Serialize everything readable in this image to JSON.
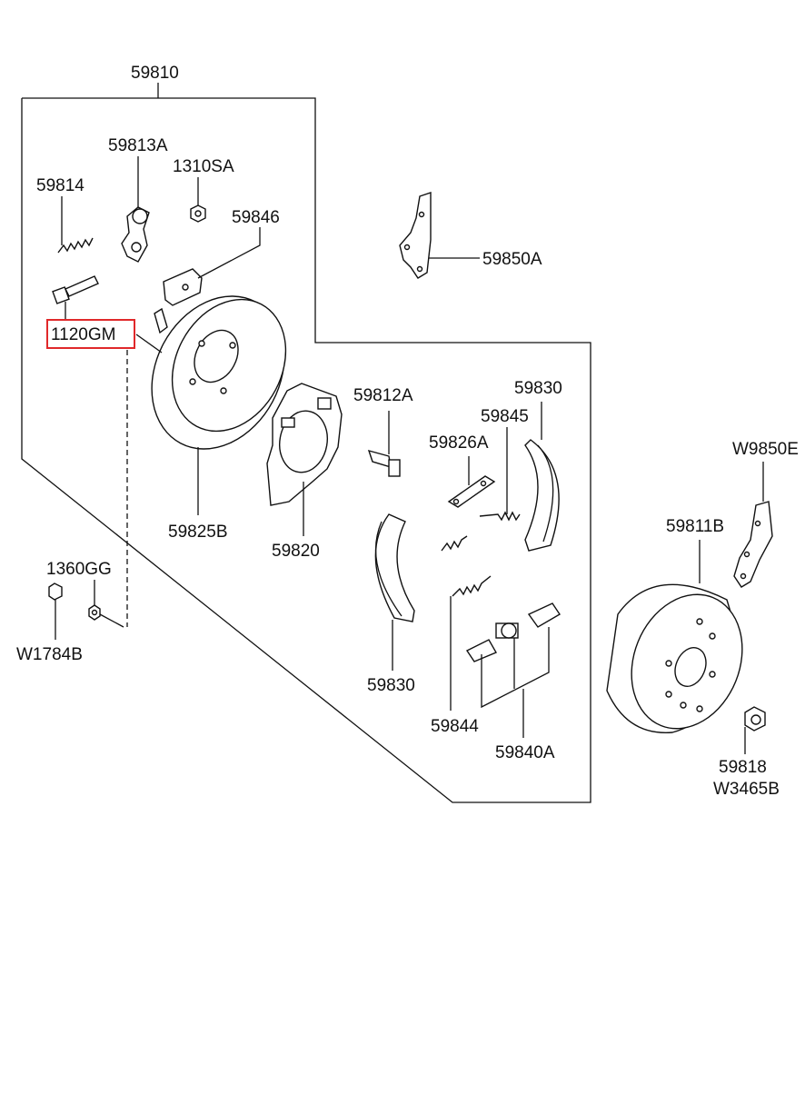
{
  "labels": {
    "assembly": "59810",
    "lever_arm": "59813A",
    "nut_1310": "1310SA",
    "spring_59814": "59814",
    "plate_59846": "59846",
    "bracket_59850": "59850A",
    "bolt_1120": "1120GM",
    "pin_59812": "59812A",
    "shoe_top": "59830",
    "spring_59845": "59845",
    "link_59826": "59826A",
    "drum_inner": "59825B",
    "backing_plate": "59820",
    "nut_1360": "1360GG",
    "washer_w1784": "W1784B",
    "shoe_bottom": "59830",
    "spring_59844": "59844",
    "adjuster": "59840A",
    "bracket_w9850": "W9850E",
    "drum_outer": "59811B",
    "nut_59818": "59818",
    "nut_w3465": "W3465B"
  },
  "highlight": {
    "color": "#e0282a",
    "label_key": "bolt_1120"
  }
}
